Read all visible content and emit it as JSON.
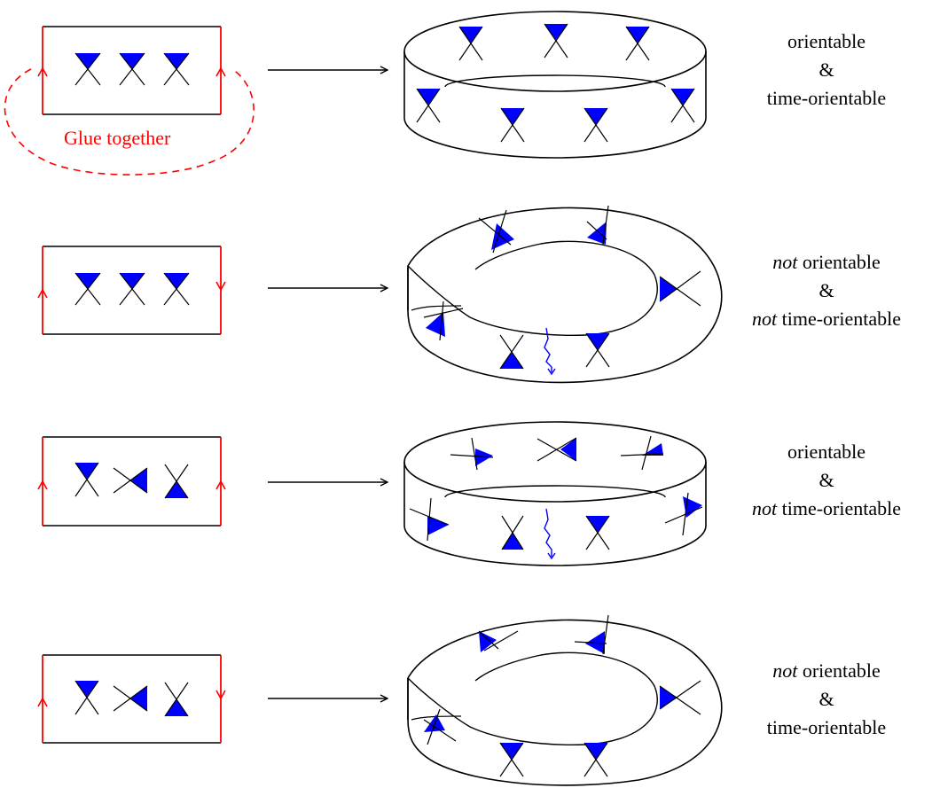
{
  "glue_label": "Glue together",
  "rows": [
    {
      "line1_em": "",
      "line1": "orientable",
      "amp": "&",
      "line3_em": "",
      "line3": "time-orientable"
    },
    {
      "line1_em": "not",
      "line1": " orientable",
      "amp": "&",
      "line3_em": "not",
      "line3": " time-orientable"
    },
    {
      "line1_em": "",
      "line1": "orientable",
      "amp": "&",
      "line3_em": "not",
      "line3": " time-orientable"
    },
    {
      "line1_em": "not",
      "line1": " orientable",
      "amp": "&",
      "line3_em": "",
      "line3": "time-orientable"
    }
  ],
  "colors": {
    "edge": "#ff0000",
    "cone": "#0000ff",
    "line": "#000000"
  }
}
